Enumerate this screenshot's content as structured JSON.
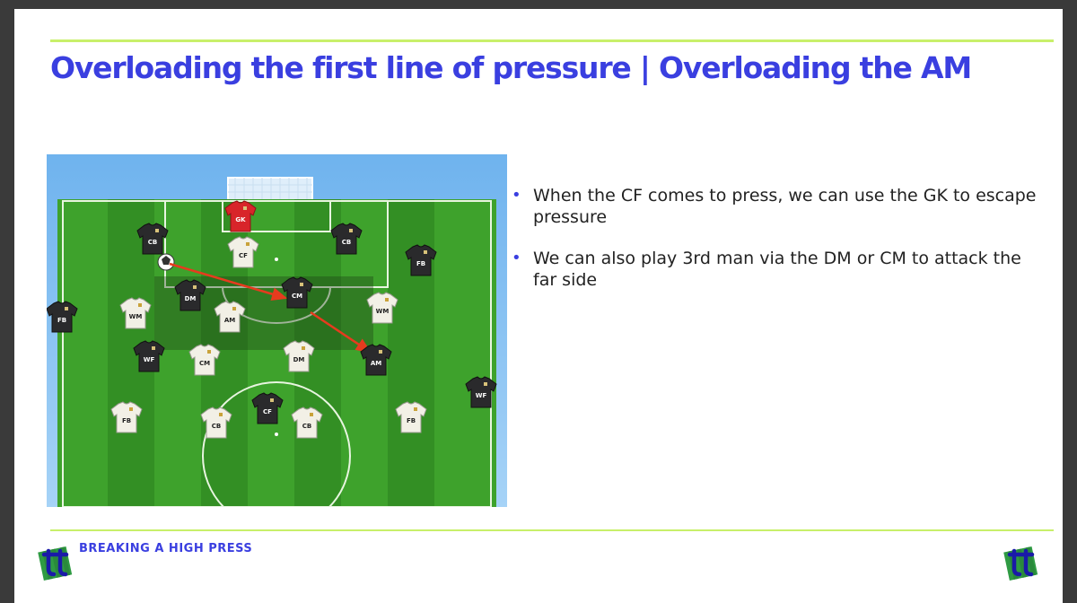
{
  "slide": {
    "title": "Overloading the first line of pressure | Overloading the AM",
    "bullets": [
      "When the CF comes to press, we can use the GK to escape pressure",
      "We can also play 3rd man via the DM or CM to attack the far side"
    ],
    "footer": "BREAKING A HIGH PRESS"
  },
  "colors": {
    "accent": "#3a3fe0",
    "rule": "#c8f06a",
    "pitch_light": "#3ea22c",
    "pitch_dark": "#338f24",
    "sky": "#8ec4f2",
    "arrow": "#e63b1e"
  },
  "players": [
    {
      "label": "GK",
      "kit": "red"
    },
    {
      "label": "CB",
      "kit": "black"
    },
    {
      "label": "CF",
      "kit": "white"
    },
    {
      "label": "CB",
      "kit": "black"
    },
    {
      "label": "FB",
      "kit": "black"
    },
    {
      "label": "CM",
      "kit": "black"
    },
    {
      "label": "DM",
      "kit": "black"
    },
    {
      "label": "FB",
      "kit": "black"
    },
    {
      "label": "WM",
      "kit": "white"
    },
    {
      "label": "AM",
      "kit": "white"
    },
    {
      "label": "WM",
      "kit": "white"
    },
    {
      "label": "WF",
      "kit": "black"
    },
    {
      "label": "CM",
      "kit": "white"
    },
    {
      "label": "DM",
      "kit": "white"
    },
    {
      "label": "AM",
      "kit": "black"
    },
    {
      "label": "WF",
      "kit": "black"
    },
    {
      "label": "FB",
      "kit": "white"
    },
    {
      "label": "CB",
      "kit": "white"
    },
    {
      "label": "CF",
      "kit": "black"
    },
    {
      "label": "CB",
      "kit": "white"
    },
    {
      "label": "FB",
      "kit": "white"
    }
  ],
  "icons": {
    "logo": "tt-logo-icon",
    "ball": "football-icon",
    "pass": "pass-arrow-icon"
  }
}
